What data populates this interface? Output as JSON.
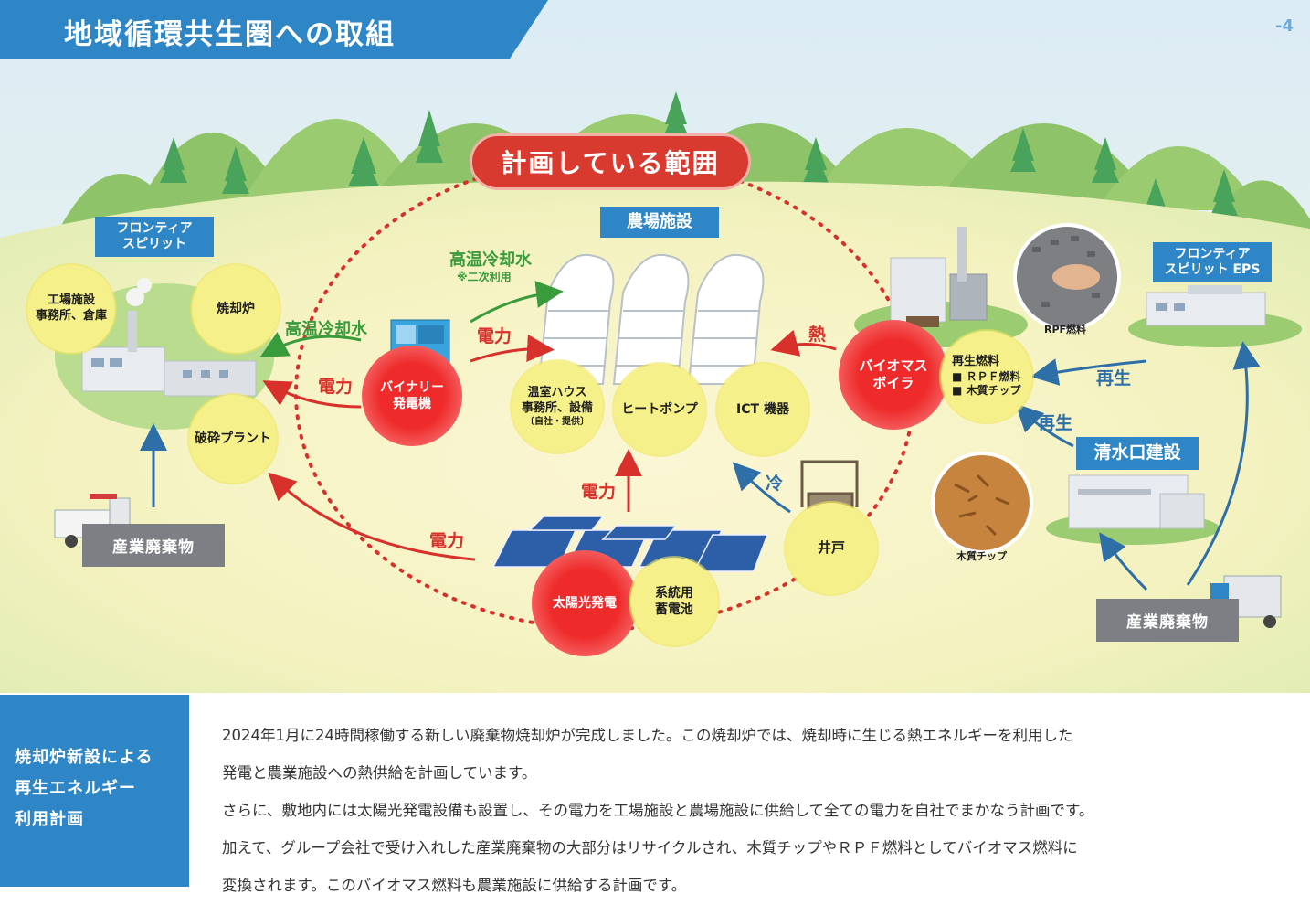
{
  "title": "地域循環共生圏への取組",
  "page_number": "-4",
  "plan_scope": "計画している範囲",
  "labels": {
    "frontier_spirit": "フロンティア\nスピリット",
    "frontier_spirit_eps": "フロンティア\nスピリット EPS",
    "farm_facility": "農場施設",
    "shimizuguchi": "清水口建設",
    "industrial_waste_left": "産業廃棄物",
    "industrial_waste_right": "産業廃棄物"
  },
  "circles": {
    "factory": "工場施設\n事務所、倉庫",
    "incinerator": "焼却炉",
    "crushing_plant": "破砕プラント",
    "binary_power": "バイナリー\n発電機",
    "greenhouse": "温室ハウス\n事務所、設備",
    "greenhouse_note": "〔自社・提供〕",
    "heat_pump": "ヒートポンプ",
    "ict": "ICT 機器",
    "biomass_boiler": "バイオマス\nボイラ",
    "recycled_fuel_title": "再生燃料",
    "recycled_fuel_items": [
      "■ ＲＰＦ燃料",
      "■ 木質チップ"
    ],
    "well": "井戸",
    "solar": "太陽光発電",
    "battery": "系統用\n蓄電池"
  },
  "arrows": {
    "hot_water_left": "高温冷却水",
    "power_left": "電力",
    "hot_water_top": "高温冷却水",
    "hot_water_note": "※二次利用",
    "power_top": "電力",
    "heat": "熱",
    "power_solar_up": "電力",
    "power_solar_left": "電力",
    "cold": "冷",
    "recycle_1": "再生",
    "recycle_2": "再生"
  },
  "photos": {
    "rpf": "RPF燃料",
    "wood_chip": "木質チップ"
  },
  "bottom": {
    "heading_lines": [
      "焼却炉新設による",
      "再生エネルギー",
      "利用計画"
    ],
    "paragraphs": [
      "2024年1月に24時間稼働する新しい廃棄物焼却炉が完成しました。この焼却炉では、焼却時に生じる熱エネルギーを利用した",
      "発電と農業施設への熱供給を計画しています。",
      "さらに、敷地内には太陽光発電設備も設置し、その電力を工場施設と農場施設に供給して全ての電力を自社でまかなう計画です。",
      "加えて、グループ会社で受け入れした産業廃棄物の大部分はリサイクルされ、木質チップやＲＰＦ燃料としてバイオマス燃料に",
      "変換されます。このバイオマス燃料も農業施設に供給する計画です。"
    ]
  },
  "colors": {
    "brand_blue": "#2f86c6",
    "plan_red": "#d83a30",
    "yellow_circle": "#f6f08a",
    "arrow_red": "#d8302b",
    "arrow_green": "#3a9b3c",
    "arrow_blue": "#2f6fa8"
  }
}
